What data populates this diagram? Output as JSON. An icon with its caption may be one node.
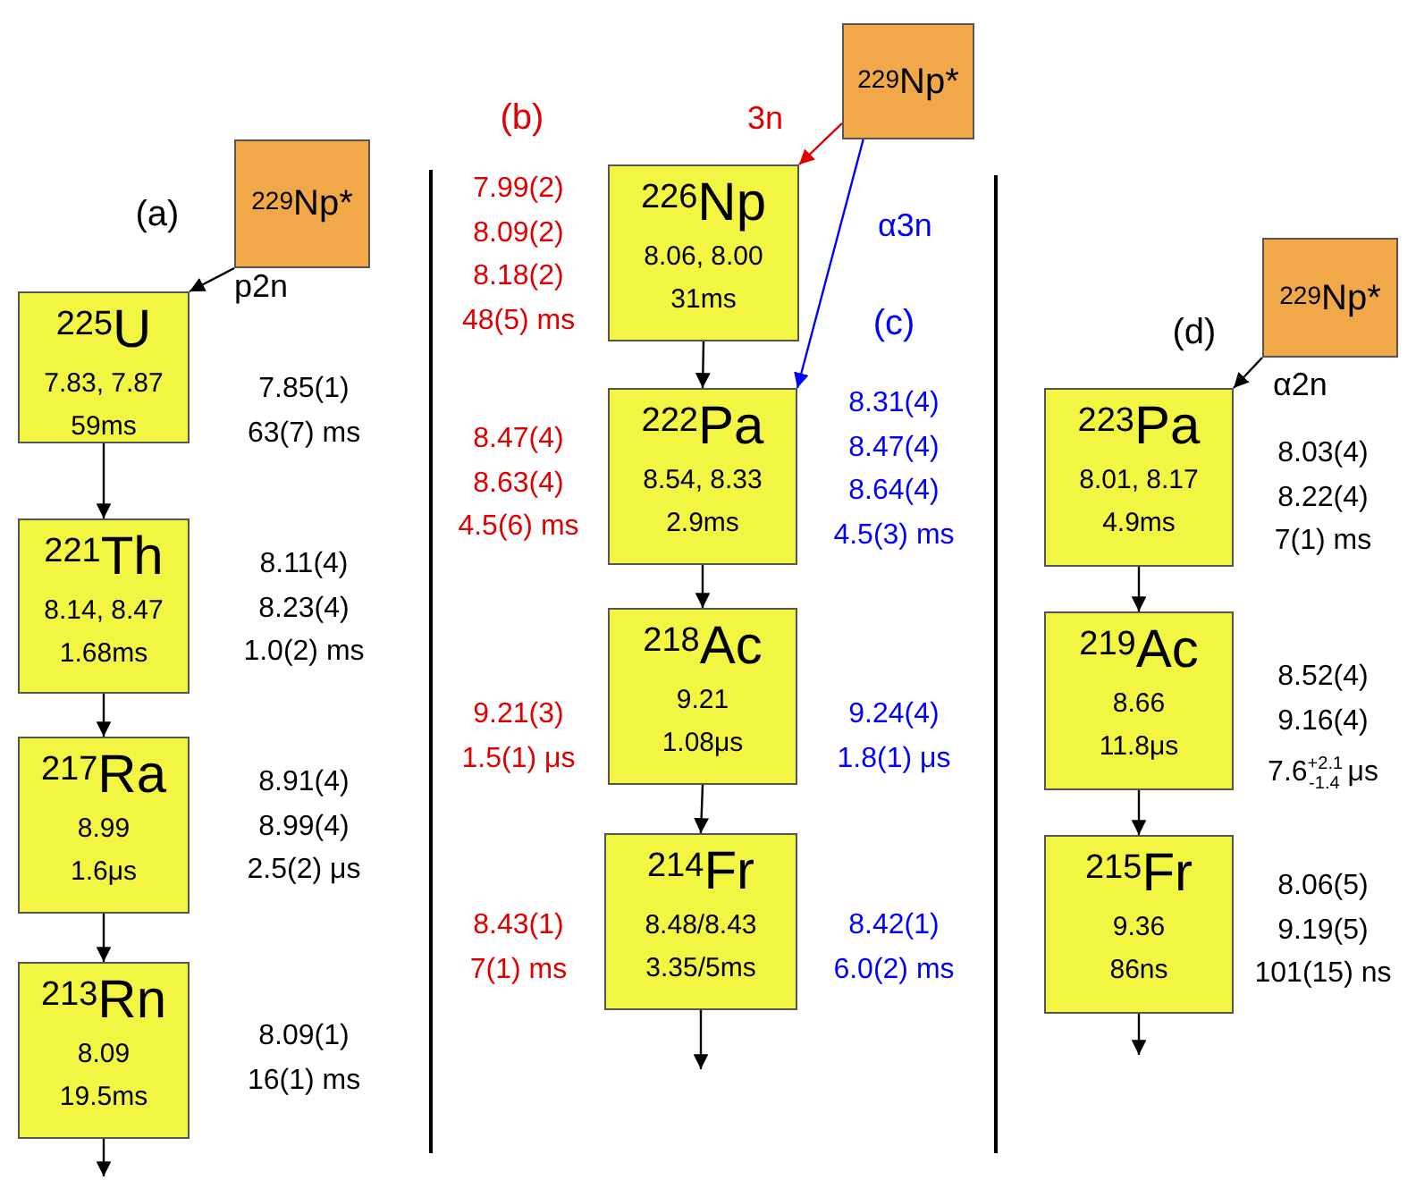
{
  "diagram": {
    "nodes": [
      {
        "text": [
          "$^{229}$Np*"
        ]
      },
      {
        "text": [
          "$^{225}$U",
          "7.83, 7.87",
          "59ms"
        ],
        "beside": [
          "7.85(1)",
          "63(7) ms"
        ]
      },
      {
        "text": [
          "$^{221}$Th",
          "8.14, 8.47",
          "1.68ms"
        ],
        "beside": [
          "8.11(4)",
          "8.23(4)",
          "1.0(2) ms"
        ]
      },
      {
        "text": [
          "$^{217}$Ra",
          "8.99",
          "1.6μs"
        ],
        "beside": [
          "8.91(4)",
          "8.99(4)",
          "2.5(2) μs"
        ]
      },
      {
        "text": [
          "$^{213}$Rn",
          "8.09",
          "19.5ms"
        ],
        "beside": [
          "8.09(1)",
          "16(1) ms"
        ]
      },
      {
        "text": [
          "$^{229}$Np*"
        ]
      },
      {
        "text": [
          "$^{226}$Np",
          "8.06, 8.00",
          "31ms"
        ],
        "beside": [
          "7.99(2)",
          "8.09(2)",
          "8.18(2)",
          "48(5) ms"
        ]
      },
      {
        "text": [
          "$^{222}$Pa",
          "8.54, 8.33",
          "2.9ms"
        ],
        "beside": [
          "8.47(4)",
          "8.63(4)",
          "4.5(6) ms",
          "8.31(4)",
          "8.47(4)",
          "8.64(4)",
          "4.5(3) ms"
        ]
      },
      {
        "text": [
          "$^{218}$Ac",
          "9.21",
          "1.08μs"
        ],
        "beside": [
          "9.21(3)",
          "1.5(1) μs",
          "9.24(4)",
          "1.8(1) μs"
        ]
      },
      {
        "text": [
          "$^{214}$Fr",
          "8.48/8.43",
          "3.35/5ms"
        ],
        "beside": [
          "8.43(1)",
          "7(1) ms",
          "8.42(1)",
          "6.0(2) ms"
        ]
      },
      {
        "text": [
          "$^{229}$Np*"
        ]
      },
      {
        "text": [
          "$^{223}$Pa",
          "8.01, 8.17",
          "4.9ms"
        ],
        "beside": [
          "8.03(4)",
          "8.22(4)",
          "7(1) ms"
        ]
      },
      {
        "text": [
          "$^{219}$Ac",
          "8.66",
          "11.8μs"
        ],
        "beside": [
          "8.52(4)",
          "9.16(4)",
          "7.6$^{+2.1}$$_{-1.4}$ μs"
        ]
      },
      {
        "text": [
          "$^{215}$Fr",
          "9.36",
          "86ns"
        ],
        "beside": [
          "8.06(5)",
          "9.19(5)",
          "101(15) ns"
        ]
      }
    ],
    "edges": [
      {
        "from": 0,
        "to": 1,
        "arrow": "to",
        "label": "p2n"
      },
      {
        "from": 1,
        "to": 2,
        "arrow": "to"
      },
      {
        "from": 2,
        "to": 3,
        "arrow": "to"
      },
      {
        "from": 3,
        "to": 4,
        "arrow": "to"
      },
      {
        "from": 4,
        "to": null,
        "arrow": "to"
      },
      {
        "from": 5,
        "to": 6,
        "arrow": "to",
        "label": "3n",
        "color": "#e00000"
      },
      {
        "from": 5,
        "to": 7,
        "arrow": "to",
        "label": "α3n",
        "color": "#0000ff"
      },
      {
        "from": 6,
        "to": 7,
        "arrow": "to"
      },
      {
        "from": 7,
        "to": 8,
        "arrow": "to"
      },
      {
        "from": 8,
        "to": 9,
        "arrow": "to"
      },
      {
        "from": 9,
        "to": null,
        "arrow": "to"
      },
      {
        "from": 10,
        "to": 11,
        "arrow": "to",
        "label": "α2n"
      },
      {
        "from": 11,
        "to": 12,
        "arrow": "to"
      },
      {
        "from": 12,
        "to": 13,
        "arrow": "to"
      },
      {
        "from": 13,
        "to": null,
        "arrow": "to"
      }
    ],
    "labels": [
      "(b)",
      "(a)",
      "(c)",
      "(d)"
    ]
  }
}
